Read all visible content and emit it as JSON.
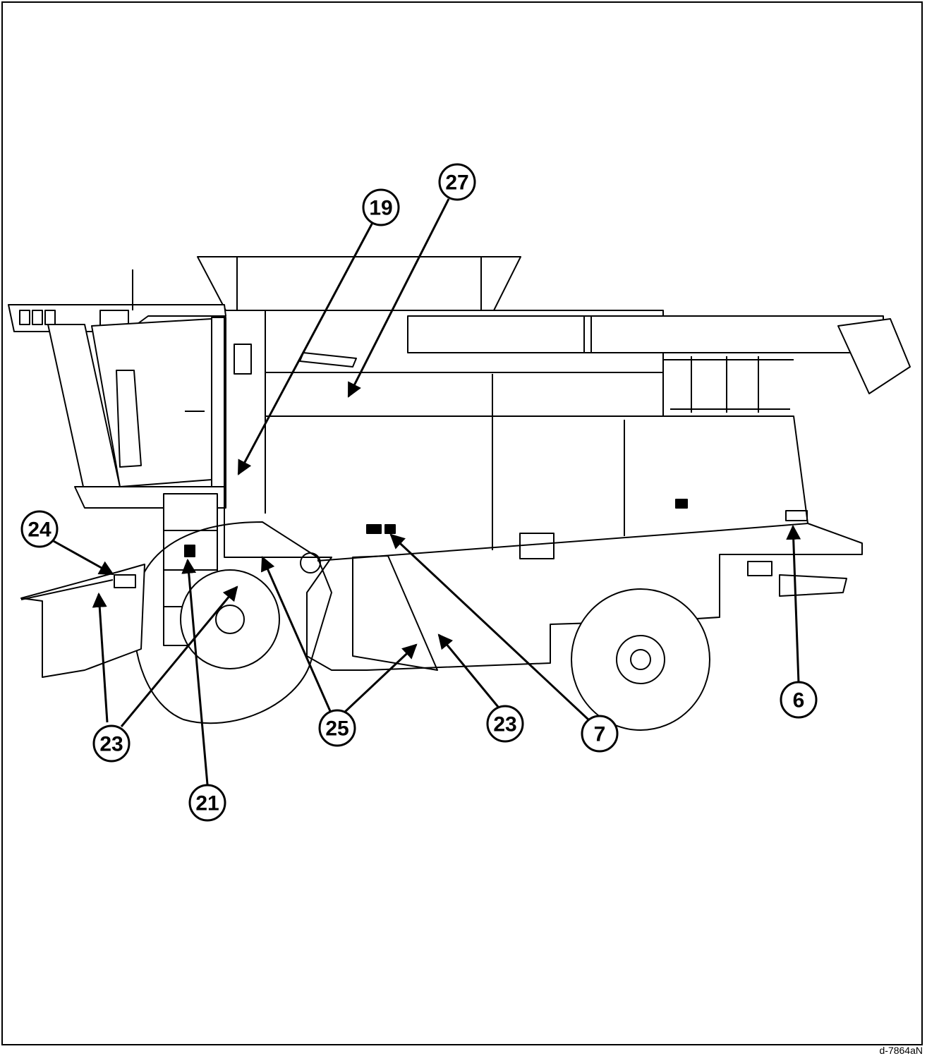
{
  "figure_id": "d-7864aN",
  "callouts": [
    {
      "id": "c19",
      "label": "19"
    },
    {
      "id": "c27",
      "label": "27"
    },
    {
      "id": "c24",
      "label": "24"
    },
    {
      "id": "c23a",
      "label": "23"
    },
    {
      "id": "c21",
      "label": "21"
    },
    {
      "id": "c25",
      "label": "25"
    },
    {
      "id": "c23b",
      "label": "23"
    },
    {
      "id": "c7",
      "label": "7"
    },
    {
      "id": "c6",
      "label": "6"
    }
  ],
  "colors": {
    "line": "#000000",
    "fill": "#ffffff"
  }
}
